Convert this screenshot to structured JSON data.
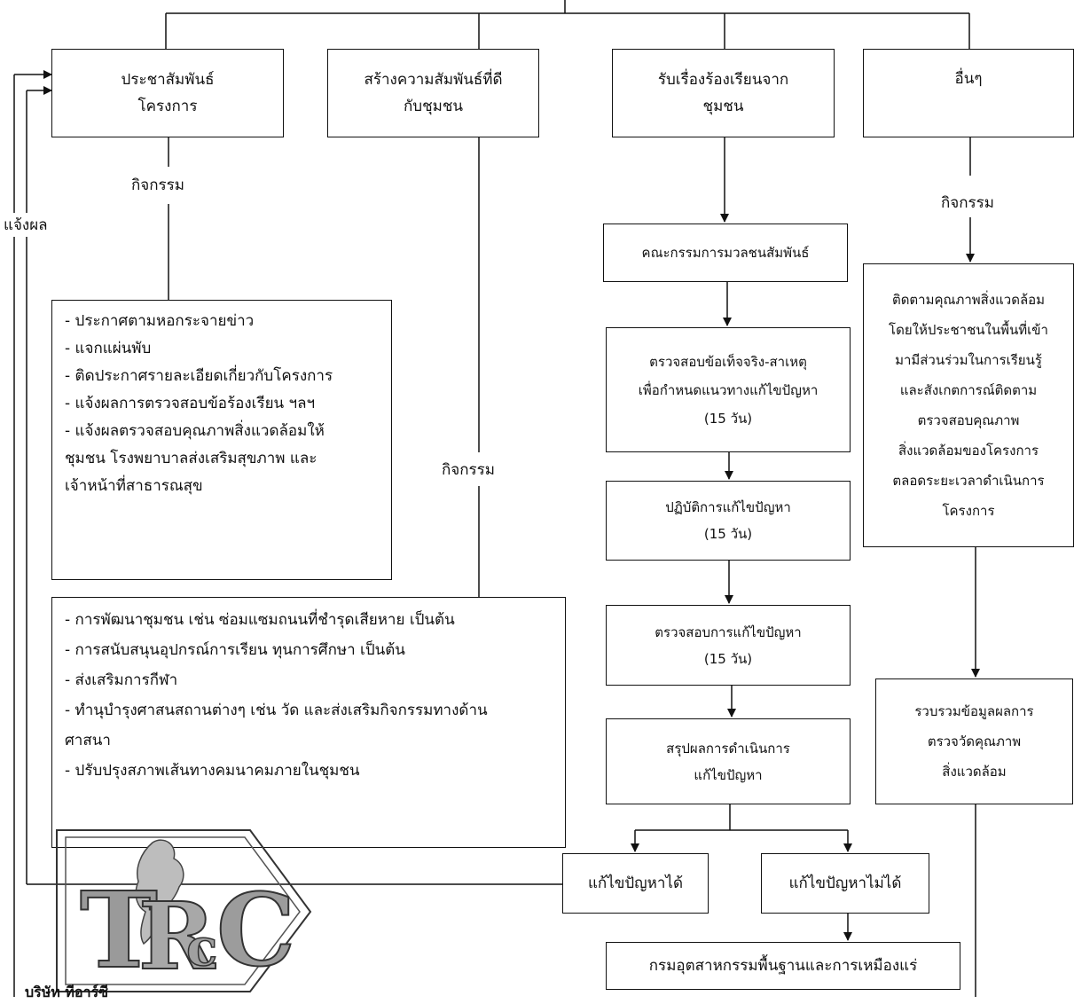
{
  "top_boxes": {
    "pr_project": [
      "ประชาสัมพันธ์",
      "โครงการ"
    ],
    "community_relations": [
      "สร้างความสัมพันธ์ที่ดี",
      "กับชุมชน"
    ],
    "receive_complaints": [
      "รับเรื่องร้องเรียนจาก",
      "ชุมชน"
    ],
    "others": "อื่นๆ"
  },
  "labels": {
    "activity": "กิจกรรม",
    "report_back": "แจ้งผล"
  },
  "pr_activities": [
    "- ประกาศตามหอกระจายข่าว",
    "- แจกแผ่นพับ",
    "- ติดประกาศรายละเอียดเกี่ยวกับโครงการ",
    "- แจ้งผลการตรวจสอบข้อร้องเรียน ฯลฯ",
    "- แจ้งผลตรวจสอบคุณภาพสิ่งแวดล้อมให้",
    "ชุมชน โรงพยาบาลส่งเสริมสุขภาพ และ",
    "เจ้าหน้าที่สาธารณสุข"
  ],
  "community_activities": [
    "- การพัฒนาชุมชน เช่น ซ่อมแซมถนนที่ชำรุดเสียหาย เป็นต้น",
    "- การสนับสนุนอุปกรณ์การเรียน ทุนการศึกษา เป็นต้น",
    "- ส่งเสริมการกีฬา",
    "- ทำนุบำรุงศาสนสถานต่างๆ เช่น วัด และส่งเสริมกิจกรรมทางด้าน",
    "ศาสนา",
    "- ปรับปรุงสภาพเส้นทางคมนาคมภายในชุมชน"
  ],
  "complaint_flow": {
    "committee": "คณะกรรมการมวลชนสัมพันธ์",
    "investigate": [
      "ตรวจสอบข้อเท็จจริง-สาเหตุ",
      "เพื่อกำหนดแนวทางแก้ไขปัญหา",
      "(15 วัน)"
    ],
    "resolve": [
      "ปฏิบัติการแก้ไขปัญหา",
      "(15 วัน)"
    ],
    "verify": [
      "ตรวจสอบการแก้ไขปัญหา",
      "(15 วัน)"
    ],
    "summary": [
      "สรุปผลการดำเนินการ",
      "แก้ไขปัญหา"
    ],
    "solved": "แก้ไขปัญหาได้",
    "unsolved": "แก้ไขปัญหาไม่ได้",
    "department": "กรมอุตสาหกรรมพื้นฐานและการเหมืองแร่"
  },
  "others_flow": {
    "monitoring": [
      "ติดตามคุณภาพสิ่งแวดล้อม",
      "โดยให้ประชาชนในพื้นที่เข้า",
      "มามีส่วนร่วมในการเรียนรู้",
      "และสังเกตการณ์ติดตาม",
      "ตรวจสอบคุณภาพ",
      "สิ่งแวดล้อมของโครงการ",
      "ตลอดระยะเวลาดำเนินการ",
      "โครงการ"
    ],
    "collect": [
      "รวบรวมข้อมูลผลการ",
      "ตรวจวัดคุณภาพ",
      "สิ่งแวดล้อม"
    ]
  },
  "logo": {
    "text": "TRCC",
    "caption": "บริษัท ทีอาร์ซี"
  }
}
